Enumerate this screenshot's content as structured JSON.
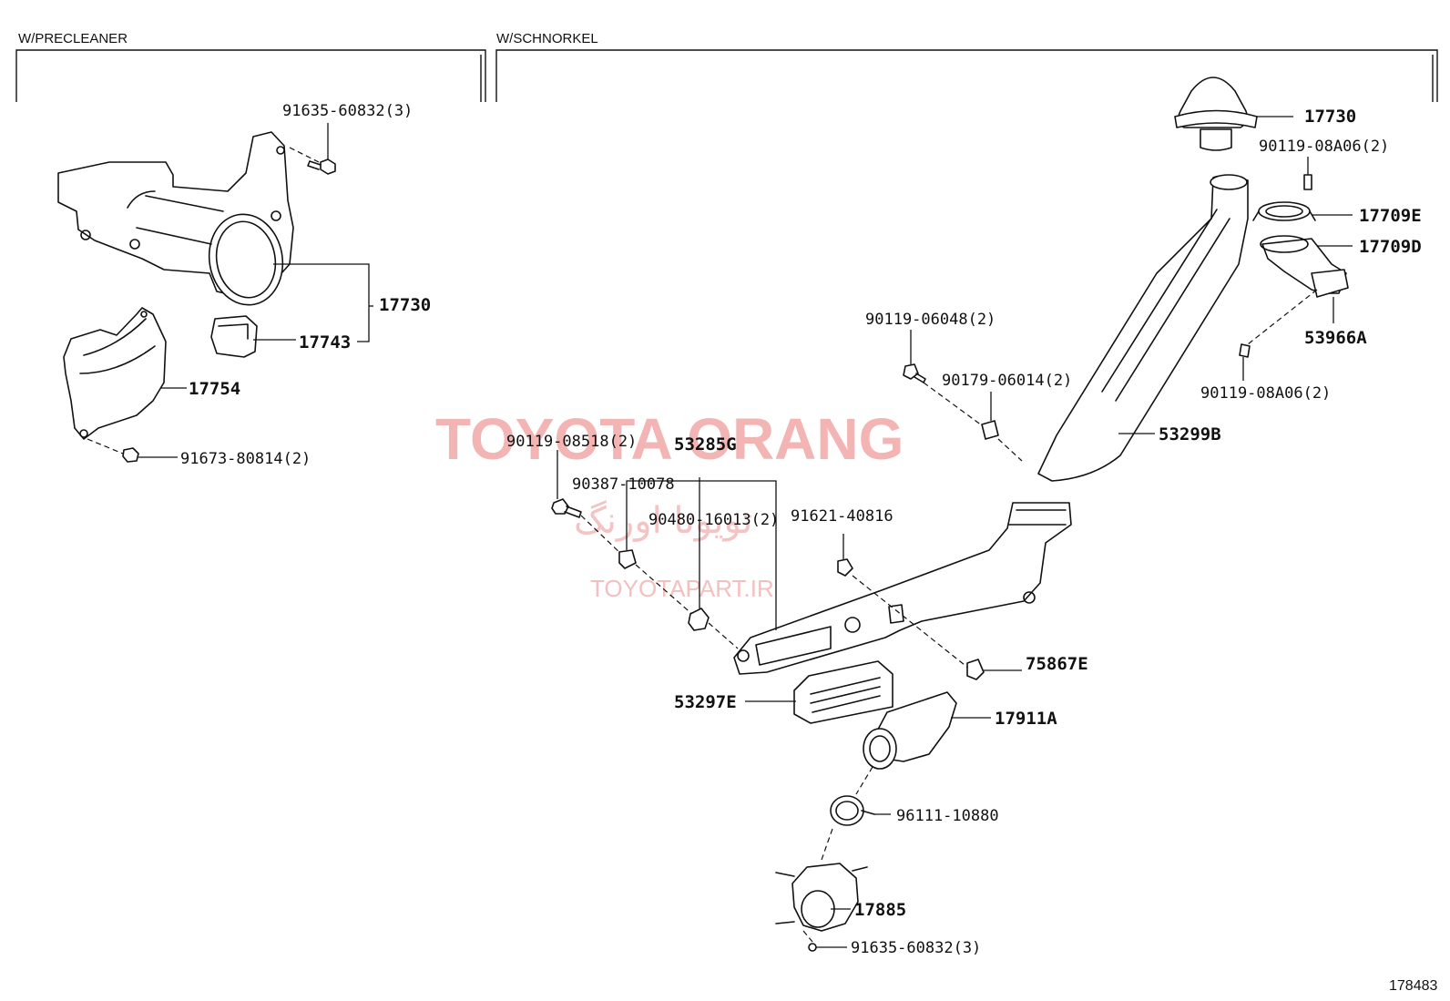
{
  "sections": {
    "precleaner": "W/PRECLEANER",
    "schnorkel": "W/SCHNORKEL"
  },
  "figure_number": "178483",
  "watermark": {
    "brand": "TOYOTA ORANG",
    "brand_fa": "تویوتا اورنگ",
    "url": "TOYOTAPART.IR",
    "color": "#f1a7a7"
  },
  "labels": {
    "l_91635_top": "91635-60832(3)",
    "l_17730_left": "17730",
    "l_17743": "17743",
    "l_17754": "17754",
    "l_91673": "91673-80814(2)",
    "l_17730_right": "17730",
    "l_90119_08a06_top": "90119-08A06(2)",
    "l_17709e": "17709E",
    "l_17709d": "17709D",
    "l_53966a": "53966A",
    "l_90119_08a06_bot": "90119-08A06(2)",
    "l_90119_06048": "90119-06048(2)",
    "l_90179": "90179-06014(2)",
    "l_53299b": "53299B",
    "l_90119_08518": "90119-08518(2)",
    "l_53285g": "53285G",
    "l_90387": "90387-10078",
    "l_90480": "90480-16013(2)",
    "l_91621": "91621-40816",
    "l_75867e": "75867E",
    "l_53297e": "53297E",
    "l_17911a": "17911A",
    "l_96111": "96111-10880",
    "l_17885": "17885",
    "l_91635_bot": "91635-60832(3)"
  }
}
